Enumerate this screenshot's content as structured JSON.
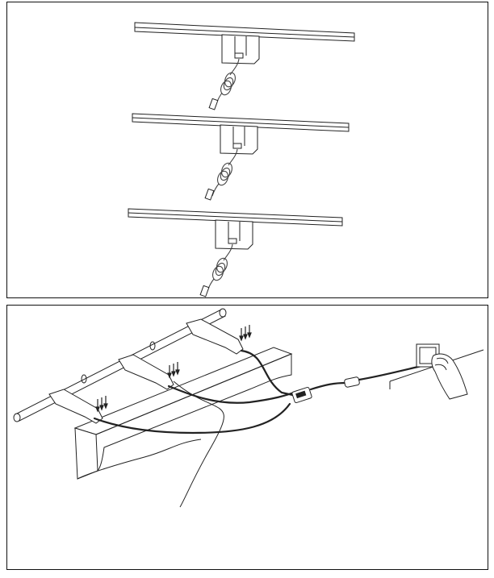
{
  "figure": {
    "panels": [
      {
        "id": "top",
        "caption": "",
        "illustration": "three-light-bars-with-coiled-cables"
      },
      {
        "id": "bottom",
        "caption": "",
        "illustration": "light-bars-screwed-under-shelf-connected-to-hub-and-wall-plug"
      }
    ],
    "colors": {
      "line": "#222222",
      "background": "#ffffff"
    }
  }
}
